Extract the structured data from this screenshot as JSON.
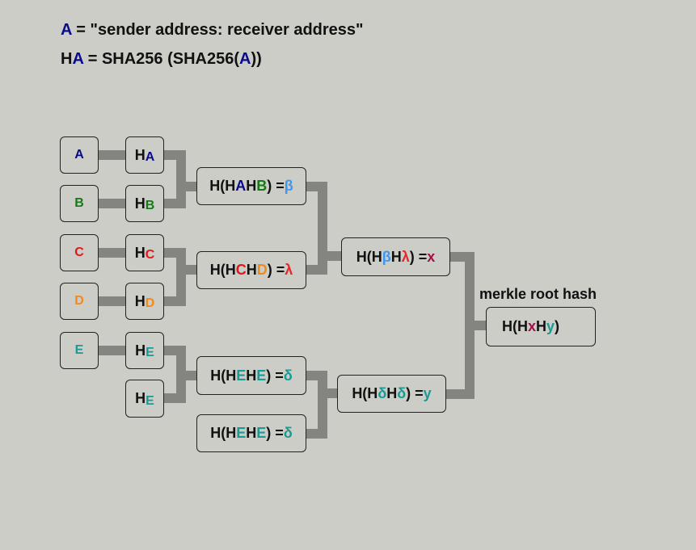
{
  "definitions": {
    "line1": {
      "var": "A",
      "rest": " = \"sender address: receiver address\""
    },
    "line2": {
      "h": "H",
      "var": "A",
      "mid": " = SHA256 (SHA256(",
      "var2": "A",
      "end": "))"
    }
  },
  "leaves": [
    "A",
    "B",
    "C",
    "D",
    "E"
  ],
  "leaf_hashes": [
    {
      "h": "H",
      "sub": "A"
    },
    {
      "h": "H",
      "sub": "B"
    },
    {
      "h": "H",
      "sub": "C"
    },
    {
      "h": "H",
      "sub": "D"
    },
    {
      "h": "H",
      "sub": "E"
    },
    {
      "h": "H",
      "sub": "E"
    }
  ],
  "level2": [
    {
      "p1": "H(H",
      "a": "A",
      "p2": "H",
      "b": "B",
      "p3": ") = ",
      "result": "β"
    },
    {
      "p1": "H(H",
      "a": "C",
      "p2": "H",
      "b": "D",
      "p3": ") = ",
      "result": "λ"
    },
    {
      "p1": "H(H",
      "a": "E",
      "p2": "H",
      "b": "E",
      "p3": ") = ",
      "result": "δ"
    },
    {
      "p1": "H(H",
      "a": "E",
      "p2": "H",
      "b": "E",
      "p3": ") = ",
      "result": "δ"
    }
  ],
  "level3": [
    {
      "p1": "H(H",
      "a": "β",
      "p2": "H",
      "b": "λ",
      "p3": ") = ",
      "result": "x"
    },
    {
      "p1": "H(H",
      "a": "δ",
      "p2": "H",
      "b": "δ",
      "p3": ") = ",
      "result": "y"
    }
  ],
  "root": {
    "label": "merkle root hash",
    "p1": "H(H",
    "a": "x",
    "p2": "H",
    "b": "y",
    "p3": ")"
  },
  "colors": {
    "A": "#0a0a8c",
    "B": "#157a15",
    "C": "#e0171b",
    "D": "#f18a1c",
    "E": "#1a9a94",
    "beta": "#3d96f2",
    "lambda": "#e8262b",
    "delta": "#1a9a94",
    "x": "#a0124e",
    "y": "#1a9a94",
    "connector": "#848580",
    "background": "#cbcdc6"
  }
}
